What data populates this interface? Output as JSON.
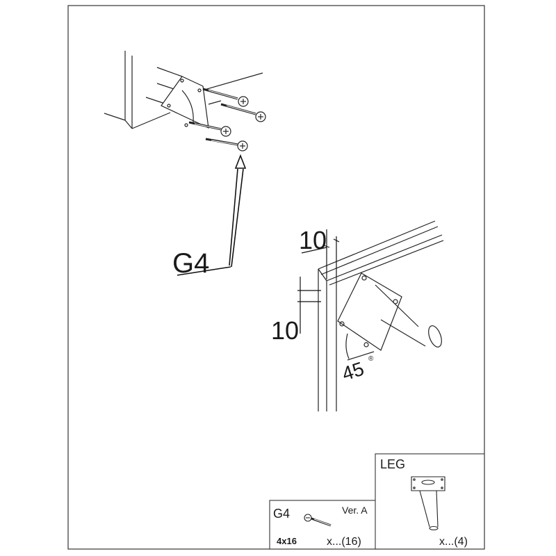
{
  "callout": {
    "part": "G4"
  },
  "dimensions": {
    "horizontal": "10",
    "vertical": "10",
    "angle": "45",
    "angle_unit": "®"
  },
  "parts": {
    "screw": {
      "code": "G4",
      "version": "Ver. A",
      "size": "4x16",
      "quantity": "x...(16)"
    },
    "leg": {
      "title": "LEG",
      "quantity": "x...(4)"
    }
  }
}
